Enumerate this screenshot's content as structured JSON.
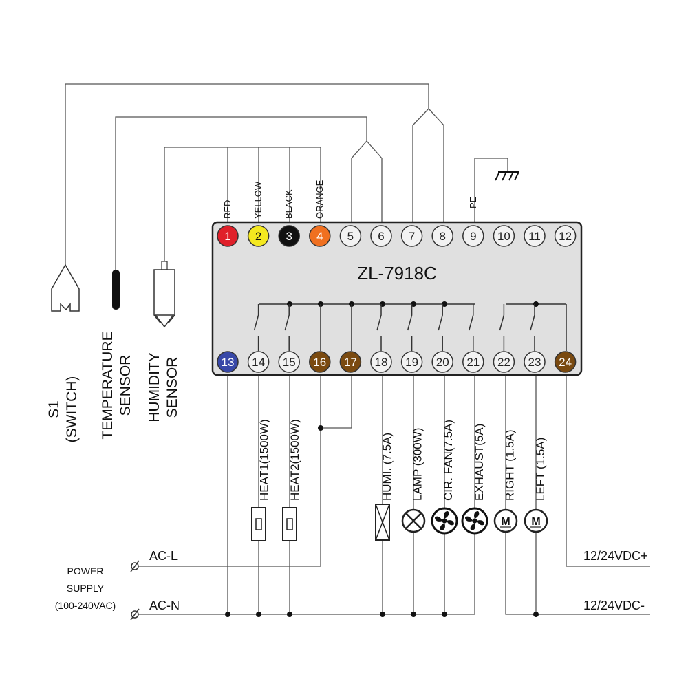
{
  "controller": {
    "model": "ZL-7918C",
    "terminals_top": [
      {
        "num": "1",
        "wire_label": "RED",
        "color": "#e0202a",
        "text_color": "#ffffff"
      },
      {
        "num": "2",
        "wire_label": "YELLOW",
        "color": "#f4e820",
        "text_color": "#111111"
      },
      {
        "num": "3",
        "wire_label": "BLACK",
        "color": "#111111",
        "text_color": "#ffffff"
      },
      {
        "num": "4",
        "wire_label": "ORANGE",
        "color": "#f07020",
        "text_color": "#ffffff"
      },
      {
        "num": "5",
        "wire_label": "",
        "color": "#f2f2f2",
        "text_color": "#222222"
      },
      {
        "num": "6",
        "wire_label": "",
        "color": "#f2f2f2",
        "text_color": "#222222"
      },
      {
        "num": "7",
        "wire_label": "",
        "color": "#f2f2f2",
        "text_color": "#222222"
      },
      {
        "num": "8",
        "wire_label": "",
        "color": "#f2f2f2",
        "text_color": "#222222"
      },
      {
        "num": "9",
        "wire_label": "PE",
        "color": "#f2f2f2",
        "text_color": "#222222"
      },
      {
        "num": "10",
        "wire_label": "",
        "color": "#f2f2f2",
        "text_color": "#222222"
      },
      {
        "num": "11",
        "wire_label": "",
        "color": "#f2f2f2",
        "text_color": "#222222"
      },
      {
        "num": "12",
        "wire_label": "",
        "color": "#f2f2f2",
        "text_color": "#222222"
      }
    ],
    "terminals_bottom": [
      {
        "num": "13",
        "load": "",
        "color": "#3848a8",
        "text_color": "#ffffff"
      },
      {
        "num": "14",
        "load": "HEAT1(1500W)",
        "color": "#f2f2f2",
        "text_color": "#222222"
      },
      {
        "num": "15",
        "load": "HEAT2(1500W)",
        "color": "#f2f2f2",
        "text_color": "#222222"
      },
      {
        "num": "16",
        "load": "",
        "color": "#7a4a10",
        "text_color": "#ffffff"
      },
      {
        "num": "17",
        "load": "",
        "color": "#7a4a10",
        "text_color": "#ffffff"
      },
      {
        "num": "18",
        "load": "HUMI. (7.5A)",
        "color": "#f2f2f2",
        "text_color": "#222222"
      },
      {
        "num": "19",
        "load": "LAMP (300W)",
        "color": "#f2f2f2",
        "text_color": "#222222"
      },
      {
        "num": "20",
        "load": "CIR. FAN(7.5A)",
        "color": "#f2f2f2",
        "text_color": "#222222"
      },
      {
        "num": "21",
        "load": "EXHAUST(5A)",
        "color": "#f2f2f2",
        "text_color": "#222222"
      },
      {
        "num": "22",
        "load": "RIGHT (1.5A)",
        "color": "#f2f2f2",
        "text_color": "#222222"
      },
      {
        "num": "23",
        "load": "LEFT (1.5A)",
        "color": "#f2f2f2",
        "text_color": "#222222"
      },
      {
        "num": "24",
        "load": "",
        "color": "#7a4a10",
        "text_color": "#ffffff"
      }
    ]
  },
  "sensors": {
    "switch": {
      "line1": "S1",
      "line2": "(SWITCH)"
    },
    "temperature": {
      "line1": "TEMPERATURE",
      "line2": "SENSOR"
    },
    "humidity": {
      "line1": "HUMIDITY",
      "line2": "SENSOR"
    }
  },
  "power": {
    "supply_line1": "POWER",
    "supply_line2": "SUPPLY",
    "supply_line3": "(100-240VAC)",
    "ac_l": "AC-L",
    "ac_n": "AC-N",
    "dc_plus": "12/24VDC+",
    "dc_minus": "12/24VDC-"
  },
  "icons": [
    "fuse-heater-icon",
    "humidifier-icon",
    "lamp-icon",
    "fan-icon",
    "motor-icon",
    "ground-icon",
    "probe-icon"
  ],
  "colors": {
    "panel": "#e0e0e0",
    "panel_border": "#222222",
    "wire": "#555555"
  }
}
